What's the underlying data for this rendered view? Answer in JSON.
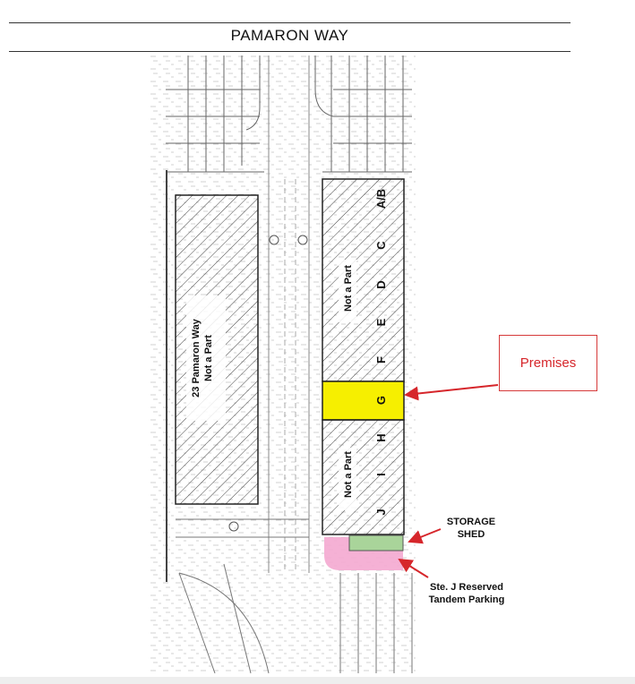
{
  "header": {
    "street_name": "PAMARON WAY"
  },
  "buildings": {
    "west": {
      "line1": "23 Pamaron Way",
      "line2": "Not a Part"
    },
    "east_north": {
      "label": "Not a Part"
    },
    "east_south": {
      "label": "Not a Part"
    }
  },
  "suites": [
    "A/B",
    "C",
    "D",
    "E",
    "F",
    "G",
    "H",
    "I",
    "J"
  ],
  "highlighted_suite": "G",
  "callouts": {
    "premises": "Premises",
    "storage_line1": "STORAGE",
    "storage_line2": "SHED",
    "parking_line1": "Ste. J Reserved",
    "parking_line2": "Tandem Parking"
  },
  "colors": {
    "premises_fill": "#f6ef00",
    "storage_fill": "#a9d49a",
    "parking_fill": "#f4a9d0",
    "callout_red": "#d6262b"
  }
}
